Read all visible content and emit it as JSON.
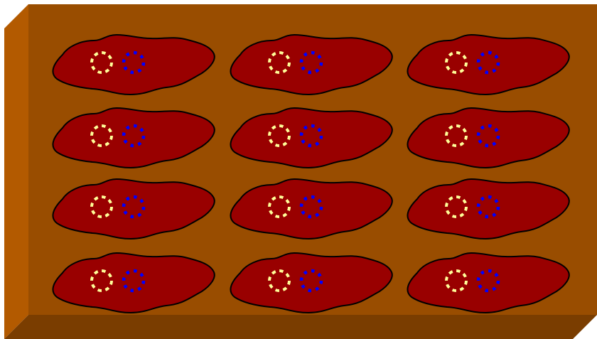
{
  "colors": {
    "board_top": "#994D00",
    "board_left_side": "#B35A00",
    "board_bottom_side": "#7A3D00",
    "blob_fill": "#990000",
    "blob_outline": "#000000",
    "ring_yellow": "#FFFF99",
    "ring_blue": "#0000FF"
  },
  "grid": {
    "rows": 4,
    "columns": 3
  },
  "cells": [
    {
      "row": 1,
      "col": 1
    },
    {
      "row": 1,
      "col": 2
    },
    {
      "row": 1,
      "col": 3
    },
    {
      "row": 2,
      "col": 1
    },
    {
      "row": 2,
      "col": 2
    },
    {
      "row": 2,
      "col": 3
    },
    {
      "row": 3,
      "col": 1
    },
    {
      "row": 3,
      "col": 2
    },
    {
      "row": 3,
      "col": 3
    },
    {
      "row": 4,
      "col": 1
    },
    {
      "row": 4,
      "col": 2
    },
    {
      "row": 4,
      "col": 3
    }
  ]
}
